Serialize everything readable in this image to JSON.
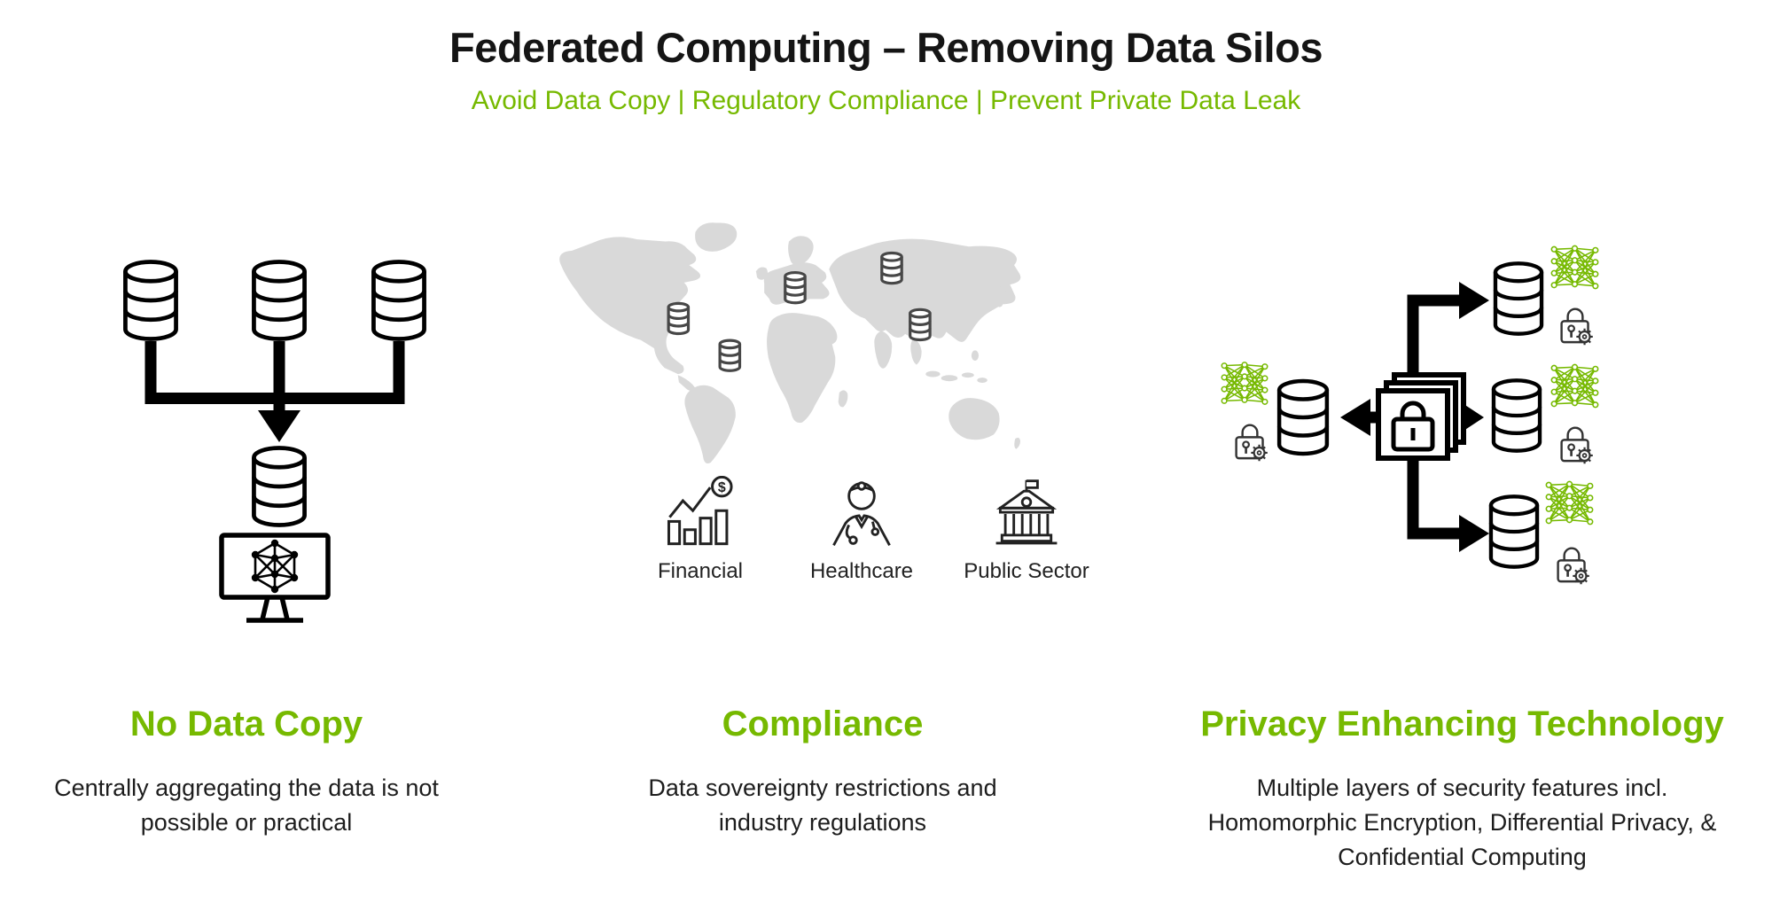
{
  "header": {
    "title": "Federated Computing – Removing Data Silos",
    "subtitle": "Avoid Data Copy | Regulatory Compliance | Prevent Private Data Leak"
  },
  "colors": {
    "accent_green": "#76b900",
    "diagram_black": "#000000",
    "map_gray": "#d9d9d9",
    "icon_gray": "#333333"
  },
  "icons": {
    "database": "database-cylinder",
    "neural_network": "green-neural-network",
    "padlock_gear": "padlock-with-gear",
    "secure_stack": "stacked-cards-with-lock",
    "monitor_graph": "monitor-with-network-graph",
    "world_map": "world-map",
    "financial": "bar-chart-with-dollar-coin",
    "healthcare": "doctor-figure",
    "public_sector": "government-building-with-flag",
    "arrow": "thick-black-arrow"
  },
  "columns": [
    {
      "id": "no-data-copy",
      "heading": "No Data Copy",
      "description": "Centrally aggregating the data is not possible or practical"
    },
    {
      "id": "compliance",
      "heading": "Compliance",
      "description": "Data sovereignty restrictions and industry regulations",
      "coin_symbol": "$",
      "sectors": [
        {
          "label": "Financial"
        },
        {
          "label": "Healthcare"
        },
        {
          "label": "Public Sector"
        }
      ]
    },
    {
      "id": "privacy-enhancing-technology",
      "heading": "Privacy Enhancing Technology",
      "description": "Multiple layers of security features incl. Homomorphic Encryption, Differential Privacy, & Confidential Computing"
    }
  ]
}
